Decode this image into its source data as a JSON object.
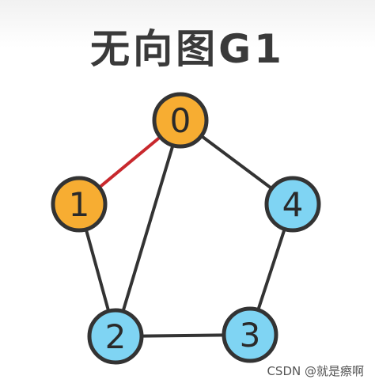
{
  "title": "无向图G1",
  "watermark": "CSDN @就是瘵啊",
  "colors": {
    "visited": "#f7ad32",
    "unvisited": "#7fd4f3",
    "edge": "#333333",
    "highlight_edge": "#c8282d",
    "node_stroke": "#333333"
  },
  "nodes": [
    {
      "id": "0",
      "label": "0",
      "state": "visited"
    },
    {
      "id": "1",
      "label": "1",
      "state": "visited"
    },
    {
      "id": "2",
      "label": "2",
      "state": "unvisited"
    },
    {
      "id": "3",
      "label": "3",
      "state": "unvisited"
    },
    {
      "id": "4",
      "label": "4",
      "state": "unvisited"
    }
  ],
  "edges": [
    {
      "from": "0",
      "to": "1",
      "highlight": true
    },
    {
      "from": "0",
      "to": "2",
      "highlight": false
    },
    {
      "from": "0",
      "to": "4",
      "highlight": false
    },
    {
      "from": "1",
      "to": "2",
      "highlight": false
    },
    {
      "from": "2",
      "to": "3",
      "highlight": false
    },
    {
      "from": "3",
      "to": "4",
      "highlight": false
    }
  ]
}
